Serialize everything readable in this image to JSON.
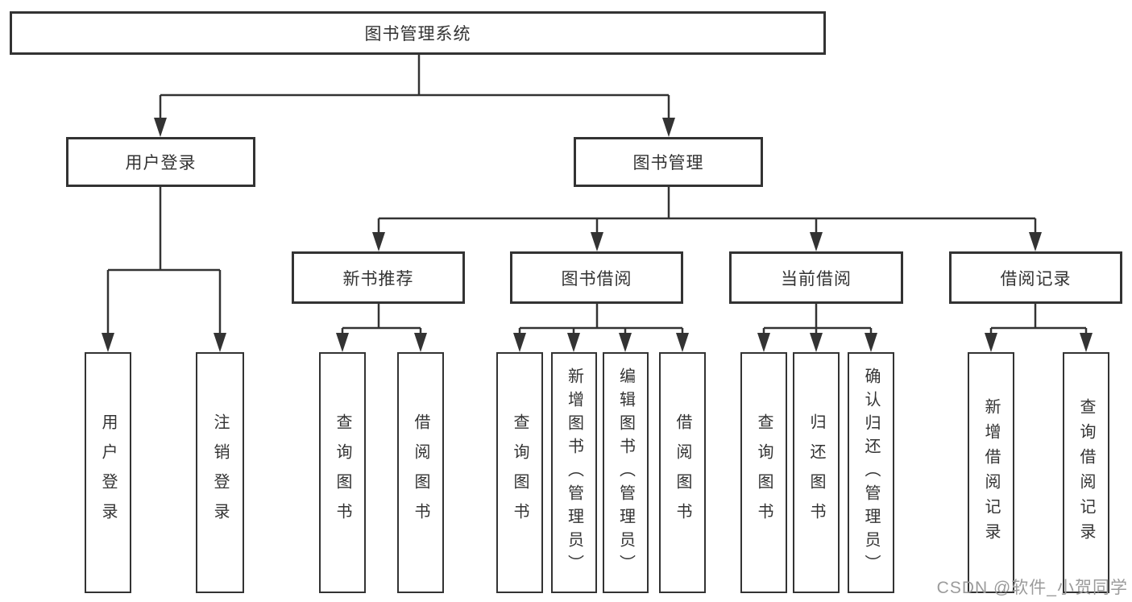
{
  "diagram": {
    "title": "图书管理系统",
    "root": {
      "label": "图书管理系统"
    },
    "level2": [
      {
        "label": "用户登录"
      },
      {
        "label": "图书管理"
      }
    ],
    "level3": [
      {
        "label": "新书推荐"
      },
      {
        "label": "图书借阅"
      },
      {
        "label": "当前借阅"
      },
      {
        "label": "借阅记录"
      }
    ],
    "level4": [
      {
        "label": "用户登录"
      },
      {
        "label": "注销登录"
      },
      {
        "label": "查询图书"
      },
      {
        "label": "借阅图书"
      },
      {
        "label": "查询图书"
      },
      {
        "label": "新增图书（管理员）"
      },
      {
        "label": "编辑图书（管理员）"
      },
      {
        "label": "借阅图书"
      },
      {
        "label": "查询图书"
      },
      {
        "label": "归还图书"
      },
      {
        "label": "确认归还（管理员）"
      },
      {
        "label": "新增借阅记录"
      },
      {
        "label": "查询借阅记录"
      }
    ],
    "hierarchy": {
      "图书管理系统": [
        "用户登录",
        "图书管理"
      ],
      "用户登录": [
        "用户登录",
        "注销登录"
      ],
      "图书管理": [
        "新书推荐",
        "图书借阅",
        "当前借阅",
        "借阅记录"
      ],
      "新书推荐": [
        "查询图书",
        "借阅图书"
      ],
      "图书借阅": [
        "查询图书",
        "新增图书（管理员）",
        "编辑图书（管理员）",
        "借阅图书"
      ],
      "当前借阅": [
        "查询图书",
        "归还图书",
        "确认归还（管理员）"
      ],
      "借阅记录": [
        "新增借阅记录",
        "查询借阅记录"
      ]
    },
    "colors": {
      "line": "#333333",
      "box_border": "#333333",
      "box_background": "#ffffff",
      "text": "#333333",
      "watermark": "#9b9b9b"
    }
  },
  "watermark": {
    "text": "CSDN @软件_小贺同学"
  }
}
